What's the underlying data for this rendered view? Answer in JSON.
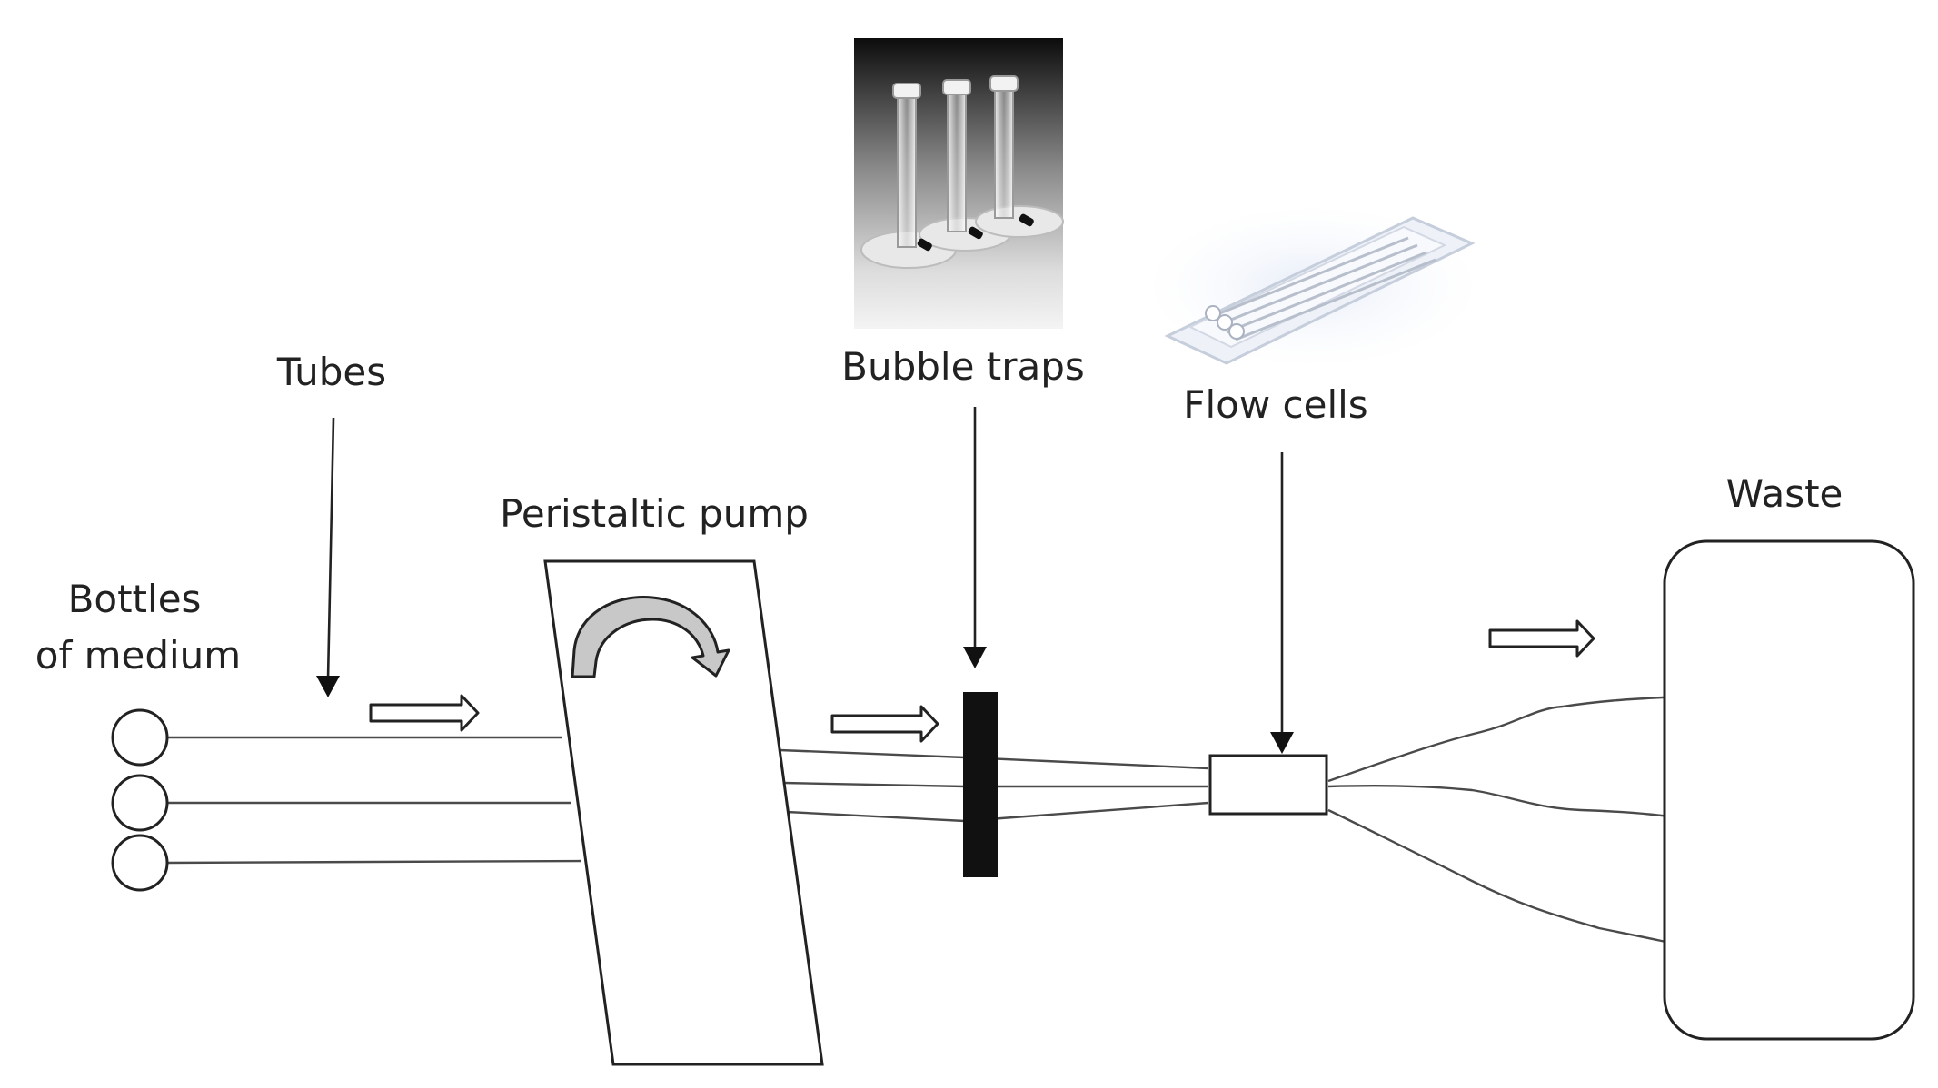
{
  "figure": {
    "labels": {
      "tubes": "Tubes",
      "bottles_line1": "Bottles",
      "bottles_line2": "of medium",
      "pump": "Peristaltic pump",
      "bubble_traps": "Bubble traps",
      "flow_cells": "Flow cells",
      "waste": "Waste"
    },
    "photos": {
      "bubble_traps": "bubble-traps-photo",
      "flow_cells": "flow-cells-photo"
    },
    "icons": {
      "flow_arrow": "hollow-right-arrow-icon",
      "rotation_arrow": "curved-rotation-arrow-icon"
    },
    "colors": {
      "line": "#222222",
      "tube": "#4a4a4a",
      "trap_block": "#111111",
      "rotation_arrow_fill": "#c8c8c8"
    }
  }
}
